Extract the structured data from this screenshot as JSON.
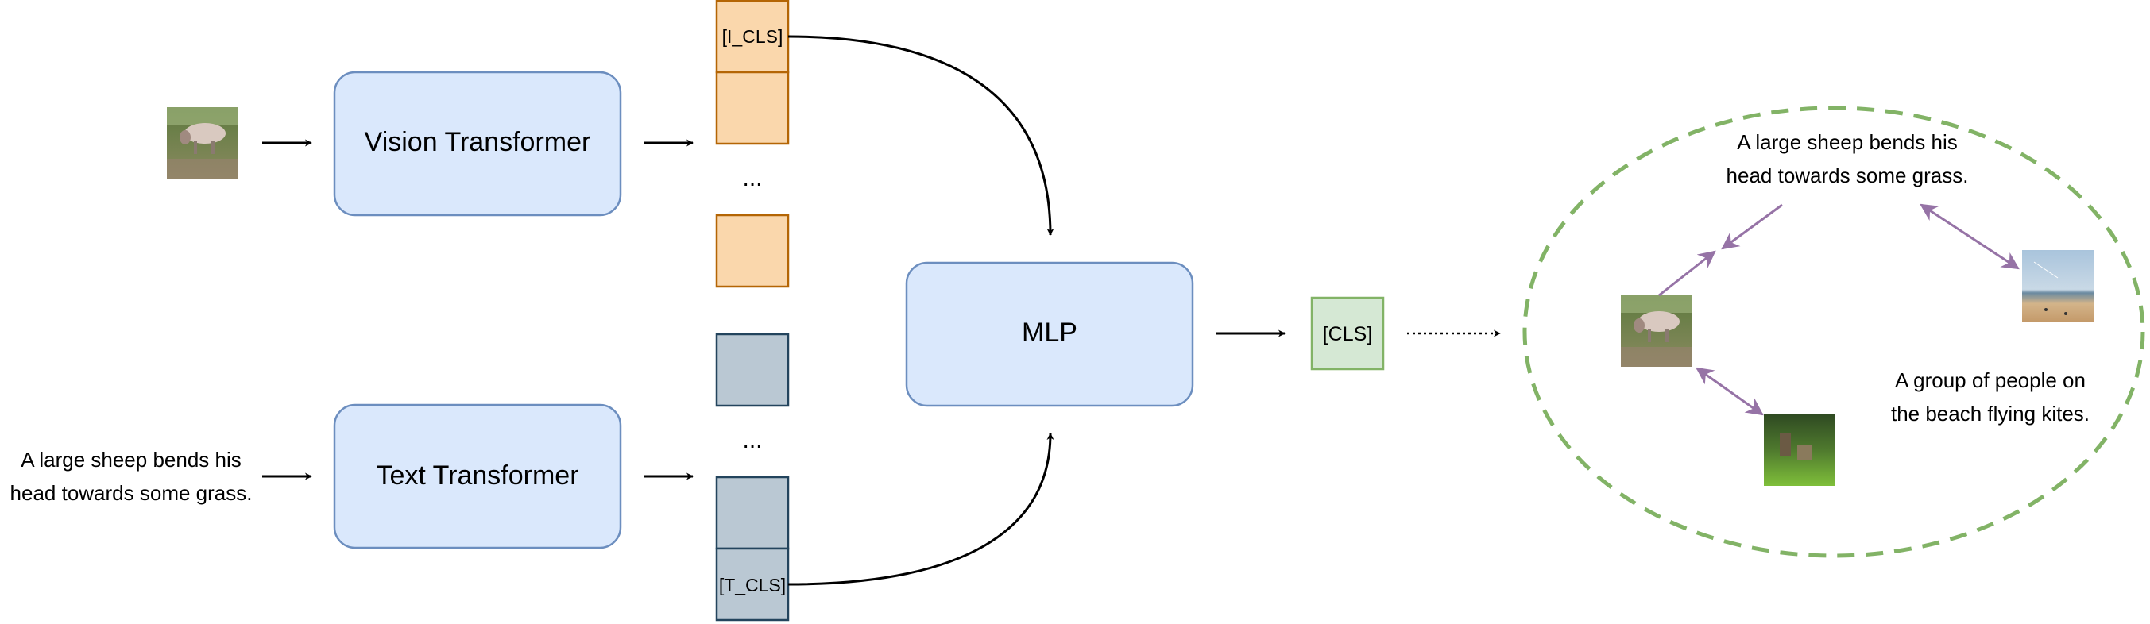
{
  "inputs": {
    "caption": {
      "line1": "A large sheep bends his",
      "line2": "head towards some grass."
    }
  },
  "blocks": {
    "vision": "Vision Transformer",
    "text": "Text Transformer",
    "mlp": "MLP"
  },
  "tokens": {
    "image_cls": "[I_CLS]",
    "text_cls": "[T_CLS]",
    "ellipsis": "...",
    "output_cls": "[CLS]"
  },
  "embedding_space": {
    "caption_sheep": {
      "line1": "A large sheep bends his",
      "line2": "head towards some grass."
    },
    "caption_beach": {
      "line1": "A group of people on",
      "line2": "the beach flying kites."
    }
  },
  "colors": {
    "block_fill": "#dae8fc",
    "block_stroke": "#6c8ebf",
    "image_token_fill": "#fad7ac",
    "image_token_stroke": "#b46504",
    "text_token_fill": "#bac8d3",
    "text_token_stroke": "#23445d",
    "cls_fill": "#d5e8d4",
    "cls_stroke": "#82b366",
    "ellipse_stroke": "#82b366",
    "link_arrow": "#9673a6"
  }
}
